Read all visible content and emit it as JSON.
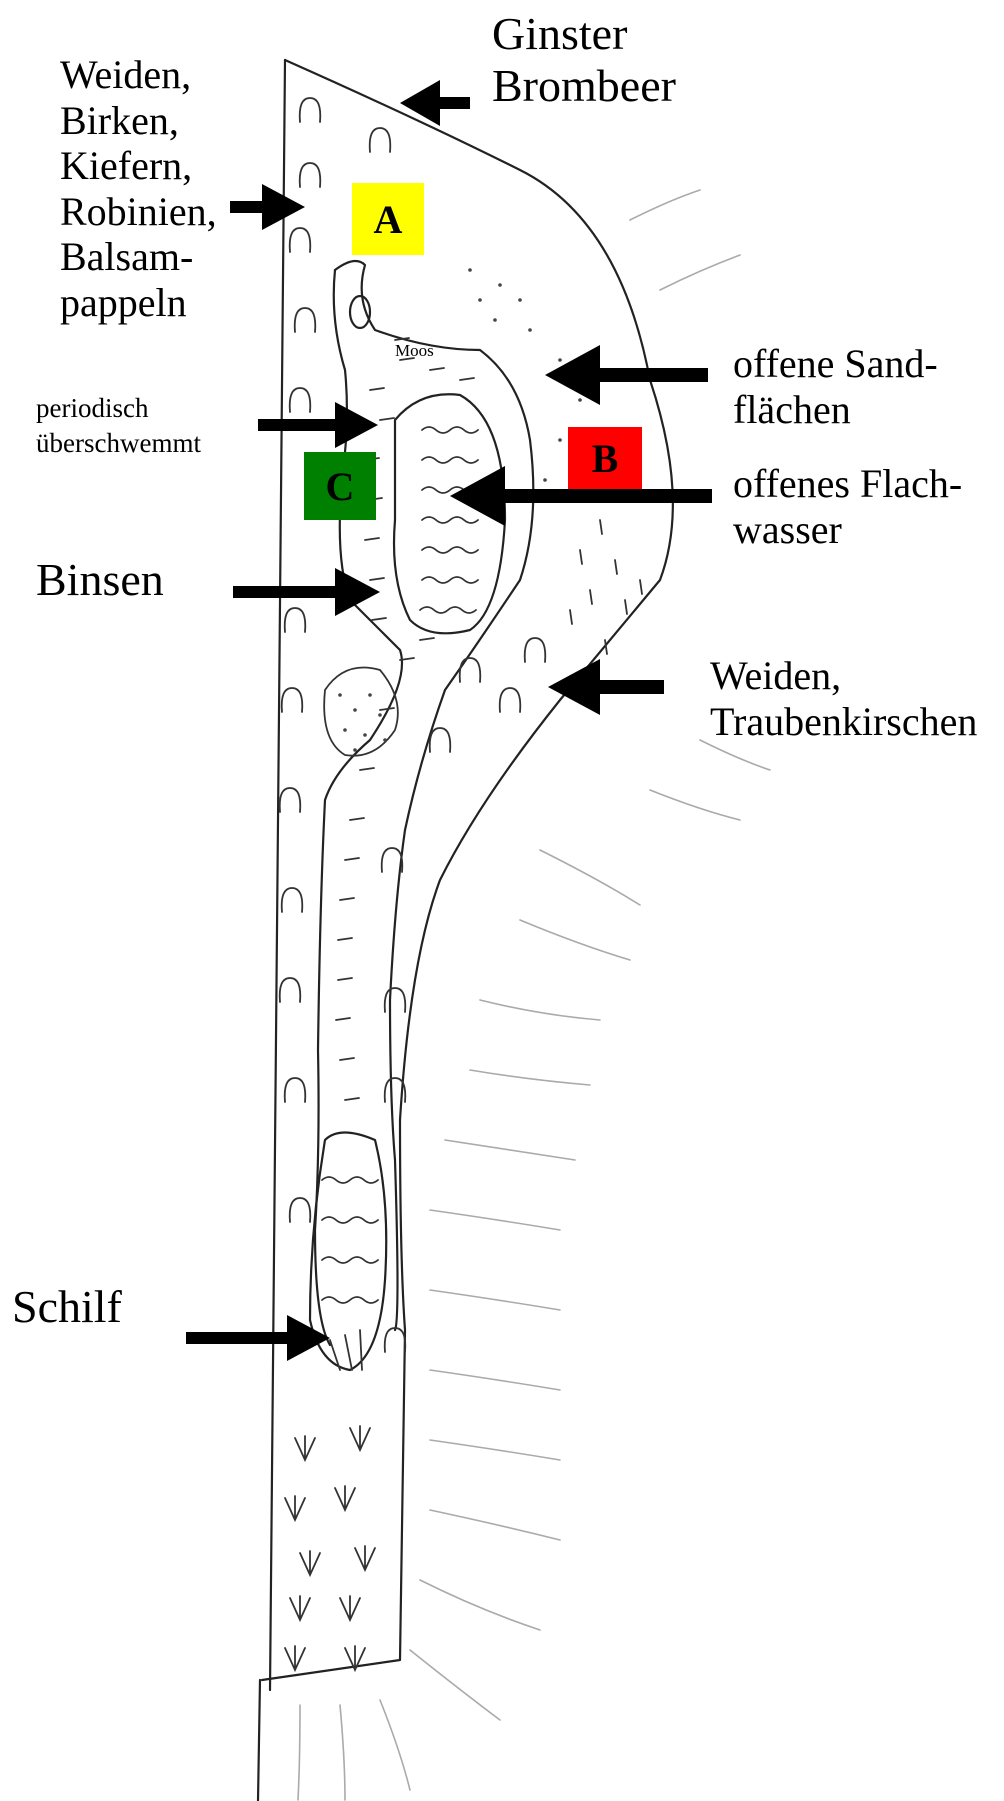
{
  "labels": {
    "ginster": "Ginster\nBrombeer",
    "weiden_birken": "Weiden,\nBirken,\nKiefern,\nRobinien,\nBalsam-\npappeln",
    "moos": "Moos",
    "periodisch": "periodisch\nüberschwemmt",
    "binsen": "Binsen",
    "offene_sand": "offene Sand-\nflächen",
    "offenes_flach": "offenes Flach-\nwasser",
    "weiden_trauben": "Weiden,\nTraubenkirschen",
    "schilf": "Schilf"
  },
  "zones": {
    "a": {
      "label": "A",
      "color": "#ffff00"
    },
    "b": {
      "label": "B",
      "color": "#ff0000"
    },
    "c": {
      "label": "C",
      "color": "#008000"
    }
  },
  "icons": {
    "arrow": "black-arrow-icon",
    "tree": "tree-symbol-icon",
    "reed": "reed-symbol-icon",
    "rush": "rush-dash-icon",
    "water": "wave-icon"
  }
}
